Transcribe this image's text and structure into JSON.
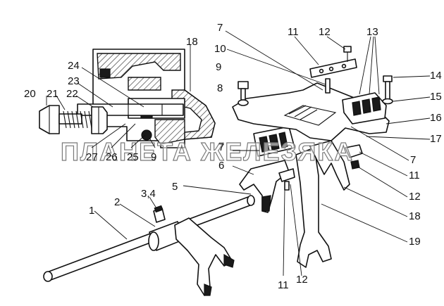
{
  "watermark": "ПЛАНЕТА ЖЕЛЕЗЯКА",
  "colors": {
    "ink": "#111111",
    "paper": "#ffffff",
    "shade": "#cfcfcf",
    "watermark_stroke": "#7a7a7a"
  },
  "callouts": {
    "n1": "1",
    "n2": "2",
    "n3_4": "3,4",
    "n5": "5",
    "n6": "6",
    "n7_top": "7",
    "n7_left": "7",
    "n7_right": "7",
    "n8": "8",
    "n9_top": "9",
    "n9_bottom": "9",
    "n10": "10",
    "n11_top": "11",
    "n11_right": "11",
    "n11_bottom": "11",
    "n12_top": "12",
    "n12_right": "12",
    "n12_bottom": "12",
    "n13": "13",
    "n14": "14",
    "n15": "15",
    "n16": "16",
    "n17": "17",
    "n18_top": "18",
    "n18_right": "18",
    "n19": "19",
    "n20": "20",
    "n21": "21",
    "n22": "22",
    "n23": "23",
    "n24": "24",
    "n25": "25",
    "n26": "26",
    "n27": "27"
  }
}
